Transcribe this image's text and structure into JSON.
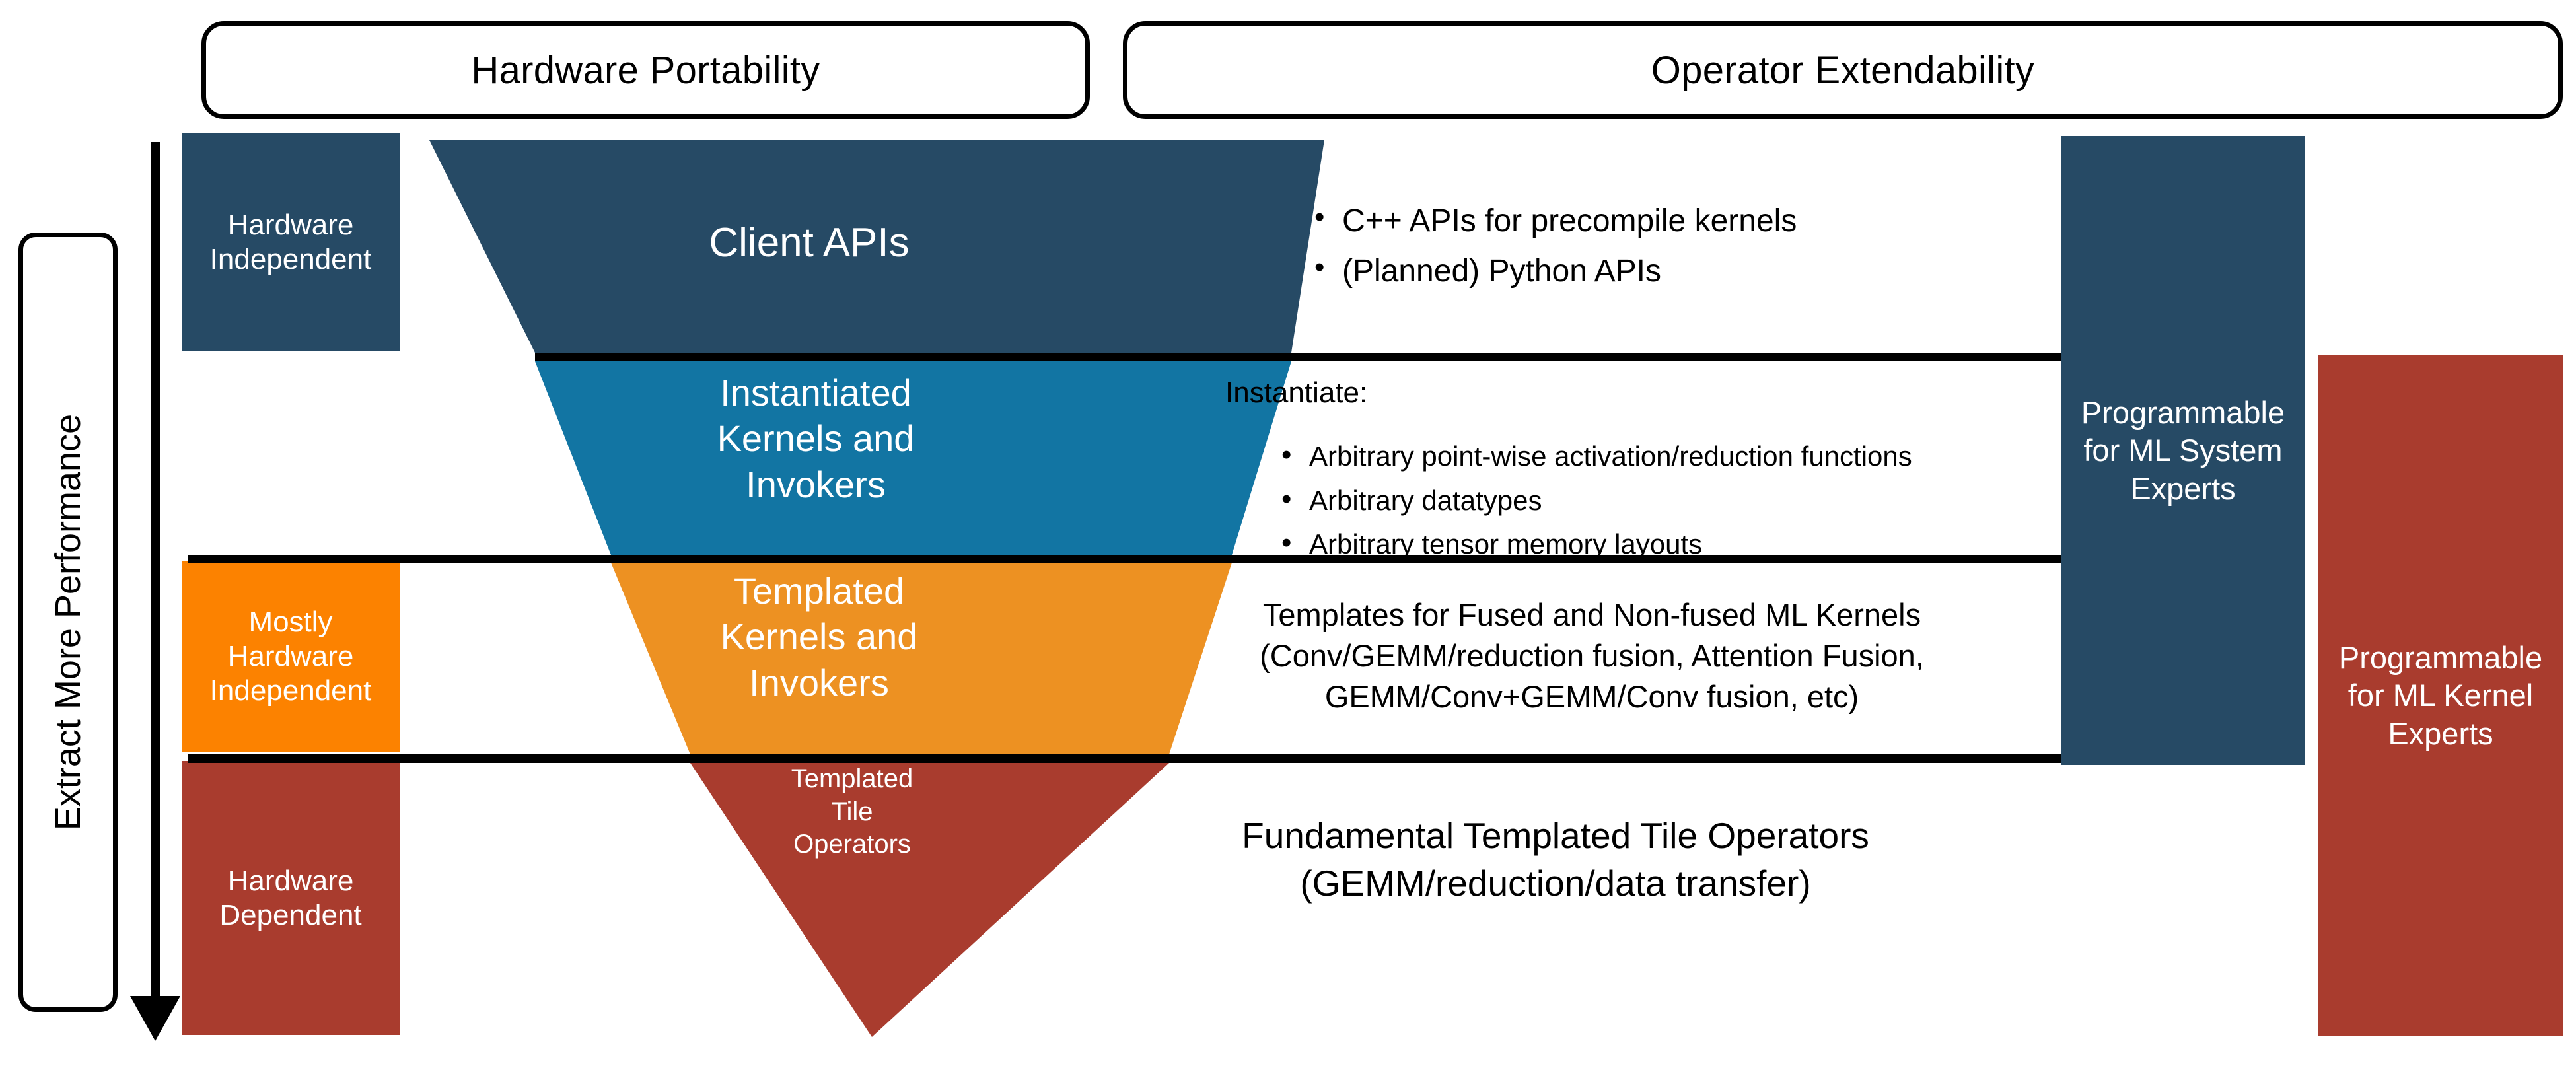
{
  "headers": {
    "hardware_portability": "Hardware Portability",
    "operator_extendability": "Operator Extendability"
  },
  "performance_axis": {
    "label": "Extract More Performance",
    "arrow_icon": "down-arrow-icon"
  },
  "hardware_levels": [
    {
      "id": "hardware-independent",
      "label": "Hardware\nIndependent",
      "color": "#264a65"
    },
    {
      "id": "mostly-hardware-independent",
      "label": "Mostly\nHardware\nIndependent",
      "color": "#fc8200"
    },
    {
      "id": "hardware-dependent",
      "label": "Hardware\nDependent",
      "color": "#a93c2e"
    }
  ],
  "funnel_layers": [
    {
      "id": "client-apis",
      "label": "Client APIs",
      "color": "#264a65"
    },
    {
      "id": "instantiated-kernels",
      "label": "Instantiated\nKernels and\nInvokers",
      "color": "#1275a3"
    },
    {
      "id": "templated-kernels",
      "label": "Templated\nKernels and\nInvokers",
      "color": "#ed9122"
    },
    {
      "id": "templated-tile-operators",
      "label": "Templated\nTile\nOperators",
      "color": "#a93c2e"
    }
  ],
  "details": {
    "client_apis_bullets": [
      "C++ APIs for precompile kernels",
      "(Planned) Python APIs"
    ],
    "instantiate_heading": "Instantiate:",
    "instantiate_bullets": [
      "Arbitrary point-wise activation/reduction functions",
      "Arbitrary datatypes",
      "Arbitrary tensor memory layouts"
    ],
    "templates_text": "Templates for Fused and Non-fused ML Kernels\n(Conv/GEMM/reduction fusion, Attention Fusion,\nGEMM/Conv+GEMM/Conv fusion, etc)",
    "fundamental_text": "Fundamental Templated Tile Operators\n(GEMM/reduction/data transfer)"
  },
  "audience_boxes": [
    {
      "id": "ml-system-experts",
      "label": "Programmable\nfor ML System\nExperts",
      "color": "#264a65"
    },
    {
      "id": "ml-kernel-experts",
      "label": "Programmable\nfor ML Kernel\nExperts",
      "color": "#a93c2e"
    }
  ],
  "colors": {
    "dark_blue": "#264a65",
    "medium_blue": "#1275a3",
    "bright_orange": "#fc8200",
    "muted_orange": "#ed9122",
    "brick_red": "#a93c2e",
    "rule_black": "#000000",
    "background": "#ffffff"
  }
}
